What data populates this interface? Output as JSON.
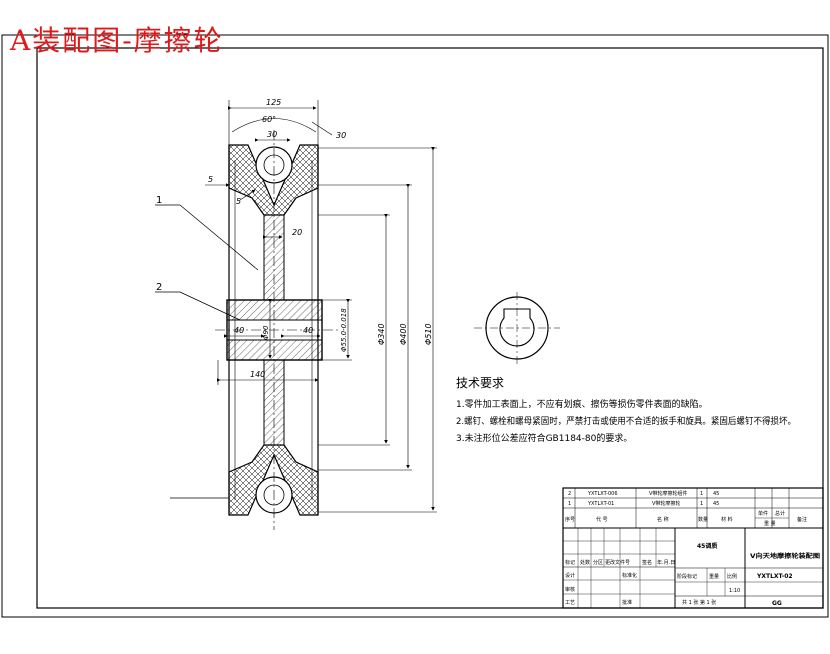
{
  "title": "A装配图-摩擦轮",
  "parts": {
    "p1": "1",
    "p2": "2"
  },
  "dims": {
    "w125": "125",
    "a60": "60°",
    "d30a": "30",
    "d30b": "30",
    "d5a": "5",
    "d5b": "5",
    "d20": "20",
    "d40a": "40",
    "d40b": "40",
    "d140": "140",
    "phi90": "Φ90",
    "phi55": "Φ55.0-0.018",
    "phi340": "Φ340",
    "phi400": "Φ400",
    "phi510": "Φ510"
  },
  "notes": {
    "heading": "技术要求",
    "l1": "1.零件加工表面上，不应有划痕、擦伤等损伤零件表面的缺陷。",
    "l2": "2.螺钉、螺栓和螺母紧固时，严禁打击或使用不合适的扳手和旋具。紧固后螺钉不得损坏。",
    "l3": "3.未注形位公差应符合GB1184-80的要求。"
  },
  "titleblock": {
    "r1_no": "2",
    "r1_code": "YXTLXT-006",
    "r1_name": "V带轮摩擦轮组件",
    "r1_qty": "1",
    "r1_mat": "45",
    "r2_no": "1",
    "r2_code": "YXTLXT-01",
    "r2_name": "V带轮摩擦轮",
    "r2_qty": "1",
    "r2_mat": "45",
    "h_no": "序号",
    "h_code": "代 号",
    "h_name": "名 称",
    "h_qty": "数量",
    "h_mat": "材 料",
    "h_single": "单件",
    "h_total": "总计",
    "h_weight": "重 量",
    "h_note": "备注",
    "material": "45调质",
    "drawing_name": "V向天地摩擦轮装配图",
    "drawing_code": "YXTLXT-02",
    "scale": "1:10",
    "sheets": "共 1 张  第 1 张",
    "c_mark": "标记",
    "c_count": "处数",
    "c_zone": "分区",
    "c_doc": "更改文件号",
    "c_sign": "签名",
    "c_date": "年.月.日",
    "c_design": "设计",
    "c_std": "标准化",
    "c_review": "审核",
    "c_craft": "工艺",
    "c_approve": "批准",
    "c_stage": "阶段标记",
    "c_wt": "重量",
    "c_ratio": "比例",
    "c_logo": "GG"
  }
}
